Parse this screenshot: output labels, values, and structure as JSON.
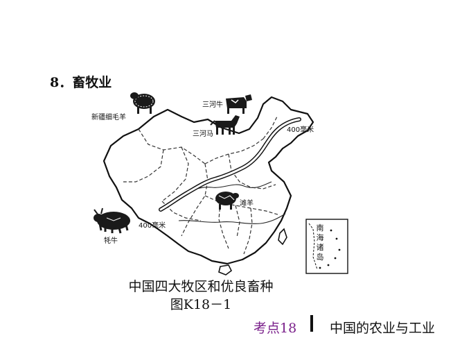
{
  "heading": "8．畜牧业",
  "map": {
    "labels": {
      "xinjiang_sheep": "新疆细毛羊",
      "sanhe_cattle": "三河牛",
      "sanhe_horse": "三河马",
      "isohyet_ne": "400毫米",
      "isohyet_sw": "400毫米",
      "tan_sheep": "滩羊",
      "yak": "牦牛"
    },
    "inset": [
      "南",
      "海",
      "诸",
      "岛"
    ]
  },
  "caption": {
    "line1": "中国四大牧区和优良畜种",
    "line2": "图K18－1"
  },
  "footer": {
    "topic": "考点18",
    "title": "中国的农业与工业"
  }
}
